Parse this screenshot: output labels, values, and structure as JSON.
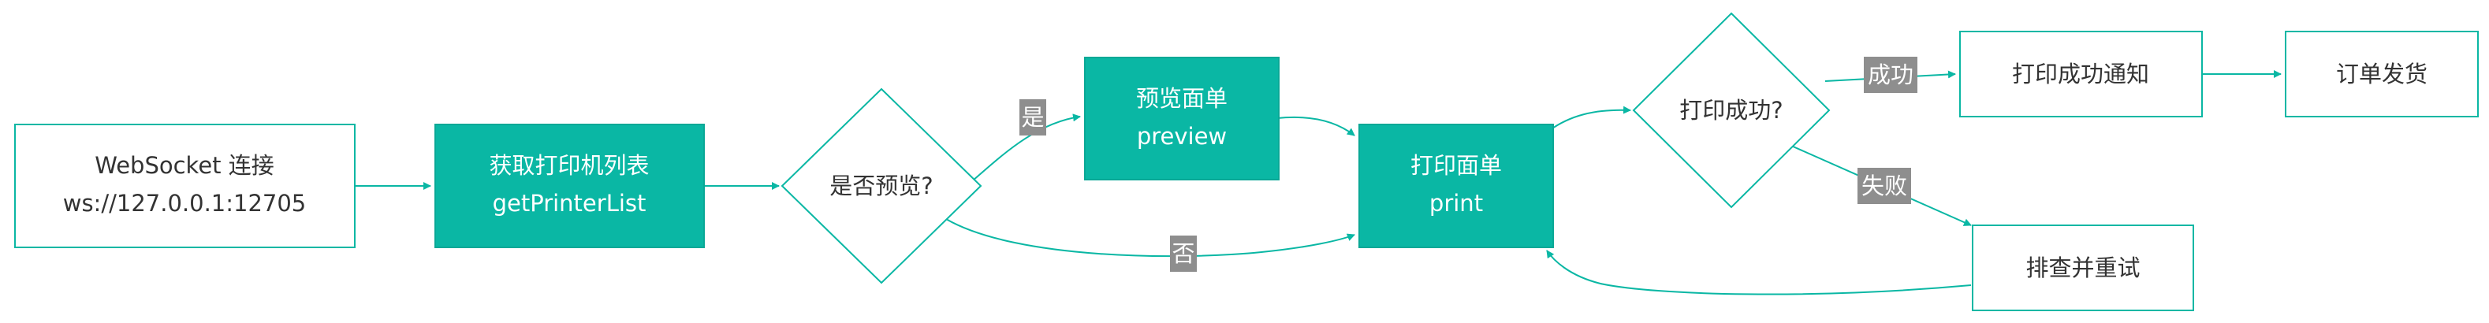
{
  "colors": {
    "accent": "#0ab7a4",
    "node_text_dark": "#333333",
    "node_text_light": "#ffffff",
    "edge_label_bg": "#8e8e8e",
    "edge_label_text": "#ffffff"
  },
  "nodes": {
    "websocket": {
      "line1": "WebSocket 连接",
      "line2": "ws://127.0.0.1:12705"
    },
    "get_printer_list": {
      "line1": "获取打印机列表",
      "line2": "getPrinterList"
    },
    "preview_decision": {
      "label": "是否预览?"
    },
    "preview": {
      "line1": "预览面单",
      "line2": "preview"
    },
    "print": {
      "line1": "打印面单",
      "line2": "print"
    },
    "print_success_decision": {
      "label": "打印成功?"
    },
    "notify_success": {
      "label": "打印成功通知"
    },
    "ship_order": {
      "label": "订单发货"
    },
    "retry": {
      "label": "排查并重试"
    }
  },
  "edge_labels": {
    "yes": "是",
    "no": "否",
    "success": "成功",
    "fail": "失败"
  }
}
